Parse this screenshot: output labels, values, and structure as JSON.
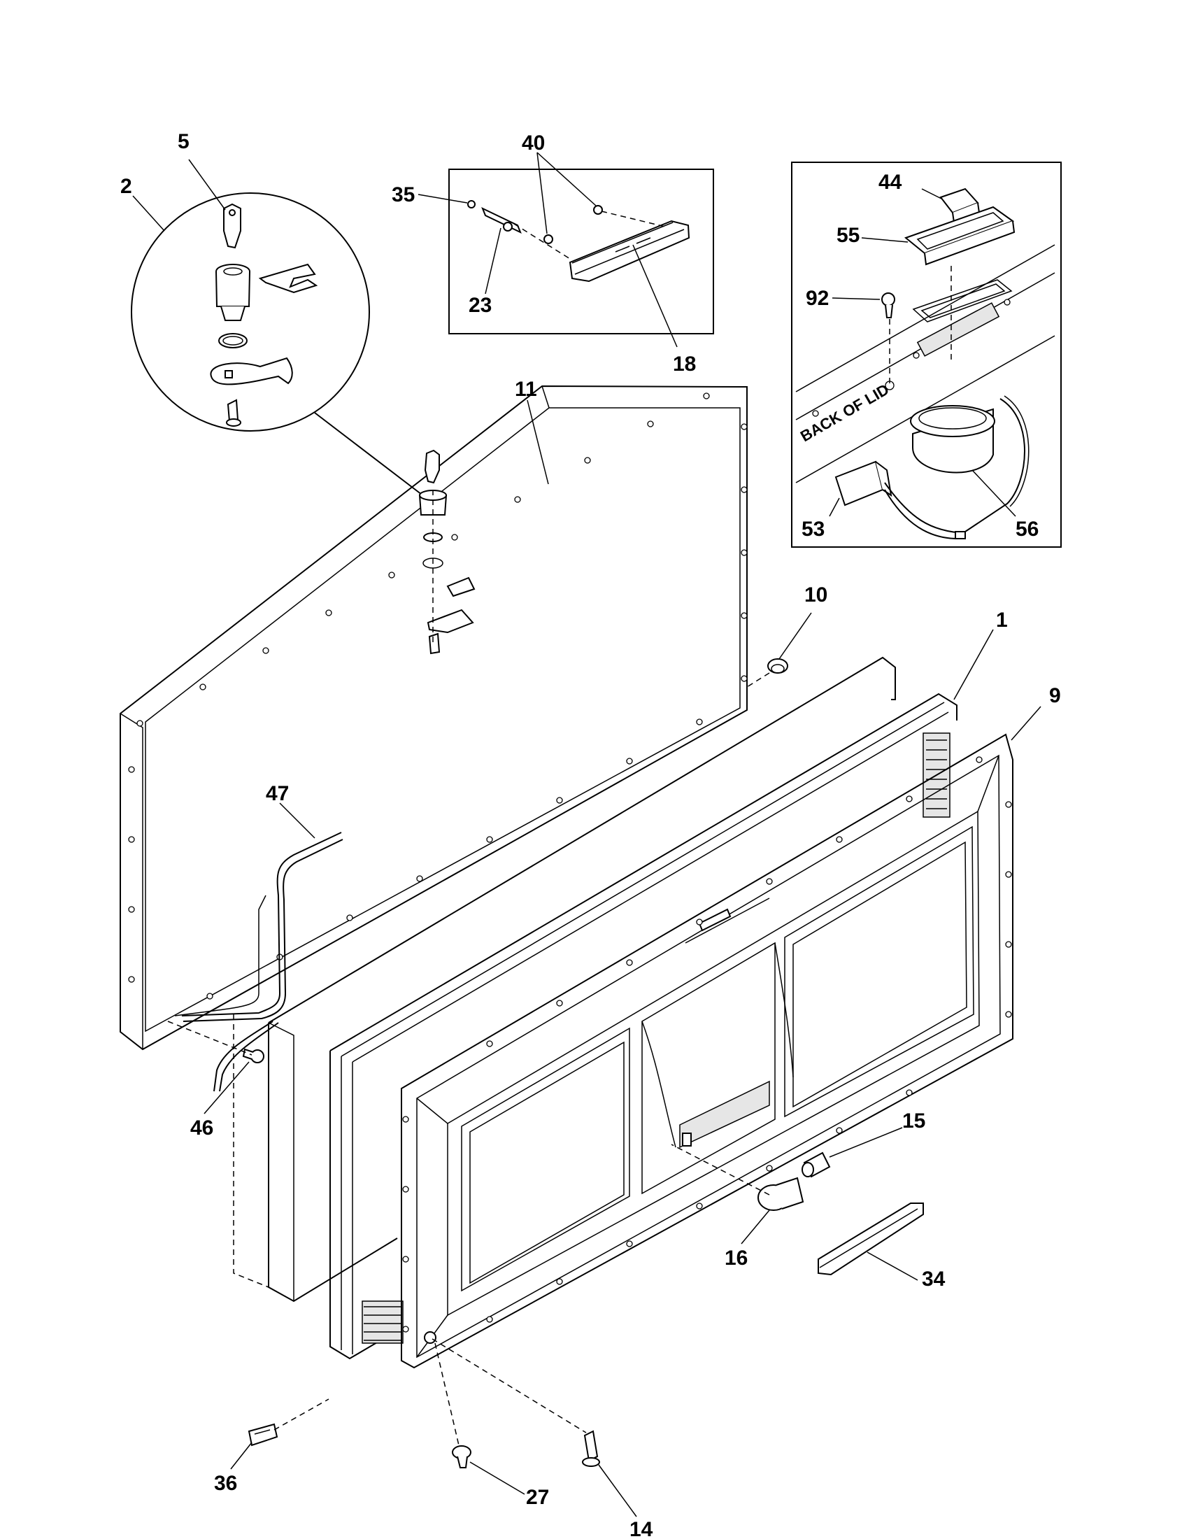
{
  "callouts": [
    {
      "id": "c-1",
      "text": "1"
    },
    {
      "id": "c-2",
      "text": "2"
    },
    {
      "id": "c-5",
      "text": "5"
    },
    {
      "id": "c-9",
      "text": "9"
    },
    {
      "id": "c-10",
      "text": "10"
    },
    {
      "id": "c-11",
      "text": "11"
    },
    {
      "id": "c-14",
      "text": "14"
    },
    {
      "id": "c-15",
      "text": "15"
    },
    {
      "id": "c-16",
      "text": "16"
    },
    {
      "id": "c-18",
      "text": "18"
    },
    {
      "id": "c-23",
      "text": "23"
    },
    {
      "id": "c-27",
      "text": "27"
    },
    {
      "id": "c-34",
      "text": "34"
    },
    {
      "id": "c-35",
      "text": "35"
    },
    {
      "id": "c-36",
      "text": "36"
    },
    {
      "id": "c-40",
      "text": "40"
    },
    {
      "id": "c-44",
      "text": "44"
    },
    {
      "id": "c-46",
      "text": "46"
    },
    {
      "id": "c-47",
      "text": "47"
    },
    {
      "id": "c-53",
      "text": "53"
    },
    {
      "id": "c-55",
      "text": "55"
    },
    {
      "id": "c-56",
      "text": "56"
    },
    {
      "id": "c-92",
      "text": "92"
    }
  ],
  "inset": {
    "back_of_lid_label": "BACK OF LID"
  },
  "colors": {
    "line": "#000000",
    "background": "#ffffff",
    "shade": "#e6e6e6"
  }
}
